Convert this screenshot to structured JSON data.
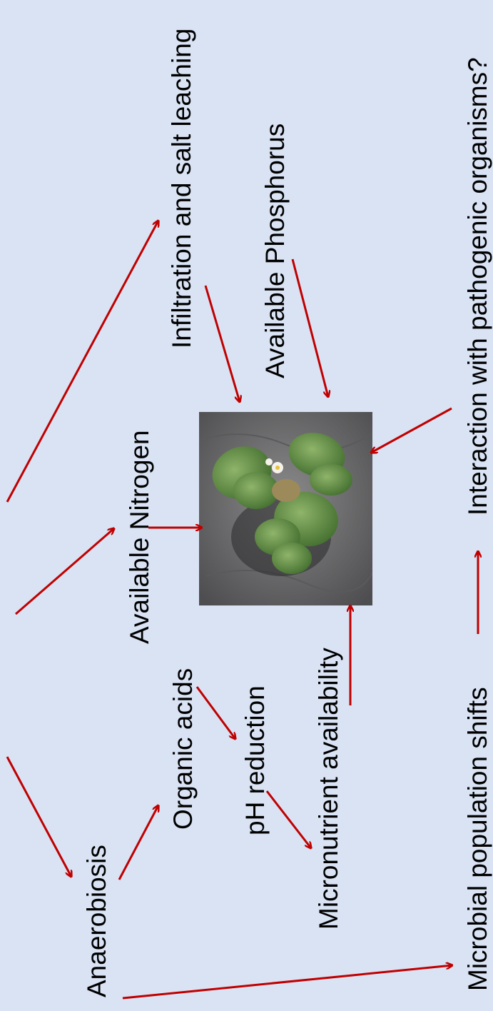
{
  "diagram": {
    "labels": {
      "anaerobiosis": "Anaerobiosis",
      "organic_acids": "Organic acids",
      "ph_reduction": "pH reduction",
      "micronutrient": "Micronutrient availability",
      "microbial": "Microbial population shifts",
      "available_nitrogen": "Available Nitrogen",
      "infiltration": "Infiltration and salt leaching",
      "available_phosphorus": "Available Phosphorus",
      "pathogenic": "Interaction with pathogenic organisms?"
    },
    "arrow_color": "#c00000",
    "background_color": "#d9e3f4",
    "photo_subject": "strawberry-plant-photo"
  }
}
